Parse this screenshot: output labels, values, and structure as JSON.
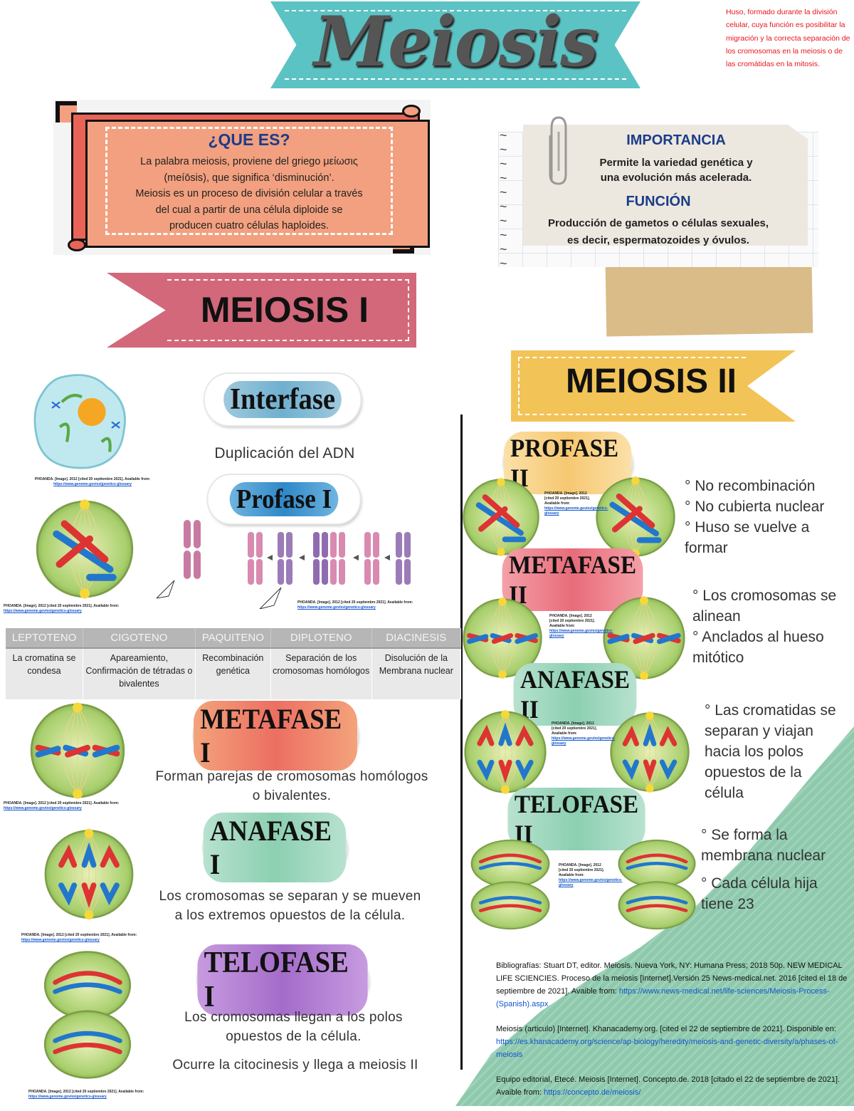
{
  "title": "Meiosis",
  "side_note": "Huso, formado durante la división celular, cuya función es posibilitar la migración y la correcta separación de los cromosomas en la meiosis o de las cromátidas en la mitosis.",
  "que_es": {
    "title": "¿QUE ES?",
    "lines": [
      "La palabra meiosis, proviene del griego μείωσις",
      "(meíōsis), que significa ‘disminución’.",
      "Meiosis es un proceso de división celular a través",
      "del cual a partir de una célula diploide se",
      "producen cuatro células haploides."
    ]
  },
  "importancia": {
    "title": "IMPORTANCIA",
    "lines": [
      "Permite la variedad genética y",
      "una evolución más acelerada."
    ]
  },
  "funcion": {
    "title": "FUNCIÓN",
    "lines": [
      "Producción de gametos o células sexuales,",
      "es decir, espermatozoides y óvulos."
    ]
  },
  "meiosis1": {
    "banner": "MEIOSIS I",
    "interfase": {
      "label": "Interfase",
      "desc": "Duplicación del ADN"
    },
    "profase": {
      "label": "Profase I"
    },
    "metafase": {
      "label": "METAFASE I",
      "desc": [
        "Forman parejas de cromosomas homólogos",
        "o bivalentes."
      ]
    },
    "anafase": {
      "label": "ANAFASE I",
      "desc": [
        "Los cromosomas se separan y se mueven",
        "a los extremos opuestos de la célula."
      ]
    },
    "telofase": {
      "label": "TELOFASE I",
      "desc": [
        "Los cromosomas llegan a los polos",
        "opuestos de la célula."
      ],
      "extra": "Ocurre la citocinesis y llega a meiosis II"
    },
    "table": {
      "headers": [
        "LEPTOTENO",
        "CIGOTENO",
        "PAQUITENO",
        "DIPLOTENO",
        "DIACINESIS"
      ],
      "cells": [
        "La cromatina se condesa",
        "Apareamiento, Confirmación de tétradas o bivalentes",
        "Recombinación genética",
        "Separación de los cromosomas homólogos",
        "Disolución de la Membrana nuclear"
      ]
    }
  },
  "meiosis2": {
    "banner": "MEIOSIS II",
    "profase": {
      "label": "PROFASE II",
      "bullets": [
        "° No recombinación",
        "° No cubierta nuclear",
        "° Huso se vuelve a formar"
      ]
    },
    "metafase": {
      "label": "METAFASE II",
      "bullets": [
        "° Los cromosomas se alinean",
        "° Anclados al hueso mitótico"
      ]
    },
    "anafase": {
      "label": "ANAFASE II",
      "bullets": [
        "° Las cromatidas se separan y viajan hacia los polos opuestos de la célula"
      ]
    },
    "telofase": {
      "label": "TELOFASE II",
      "bullets": [
        "° Se forma la membrana nuclear",
        "° Cada célula hija tiene 23"
      ]
    }
  },
  "captions": {
    "text": "PHOANDA. [Image]. 2012 [cited 20 septiembre 2021]. Available from:",
    "link": "https://www.genome.gov/es/genetics-glossary"
  },
  "bibliography": [
    {
      "text": "Bibliografías: Stuart DT, editor. Meiosis. Nueva York, NY: Humana Press; 2018 50p. NEW MEDICAL LIFE SCIENCIES. Proceso de la meiosis [Internet].Versión 25 News-medical.net. 2016 [cited el 18 de septiembre de 2021]. Avaible from: ",
      "link": "https://www.news-medical.net/life-sciences/Meiosis-Process-(Spanish).aspx"
    },
    {
      "text": "Meiosis (articulo) [Internet]. Khanacademy.org. [cited el 22 de septiembre de 2021]. Disponible en: ",
      "link": "https://es.khanacademy.org/science/ap-biology/heredity/meiosis-and-genetic-diversity/a/phases-of-meiosis"
    },
    {
      "text": "Equipo editorial, Etecé. Meiosis [Internet]. Concepto.de. 2018 [citado el 22 de septiembre de 2021]. Avaible from: ",
      "link": "https://concepto.de/meiosis/"
    }
  ],
  "colors": {
    "teal": "#5cc3c4",
    "coral": "#f2a07f",
    "pink": "#d2687a",
    "yellow": "#f2c357",
    "navy": "#1b3c8a",
    "red_note": "#e8141c",
    "cell_green": "#a9cf6d"
  }
}
